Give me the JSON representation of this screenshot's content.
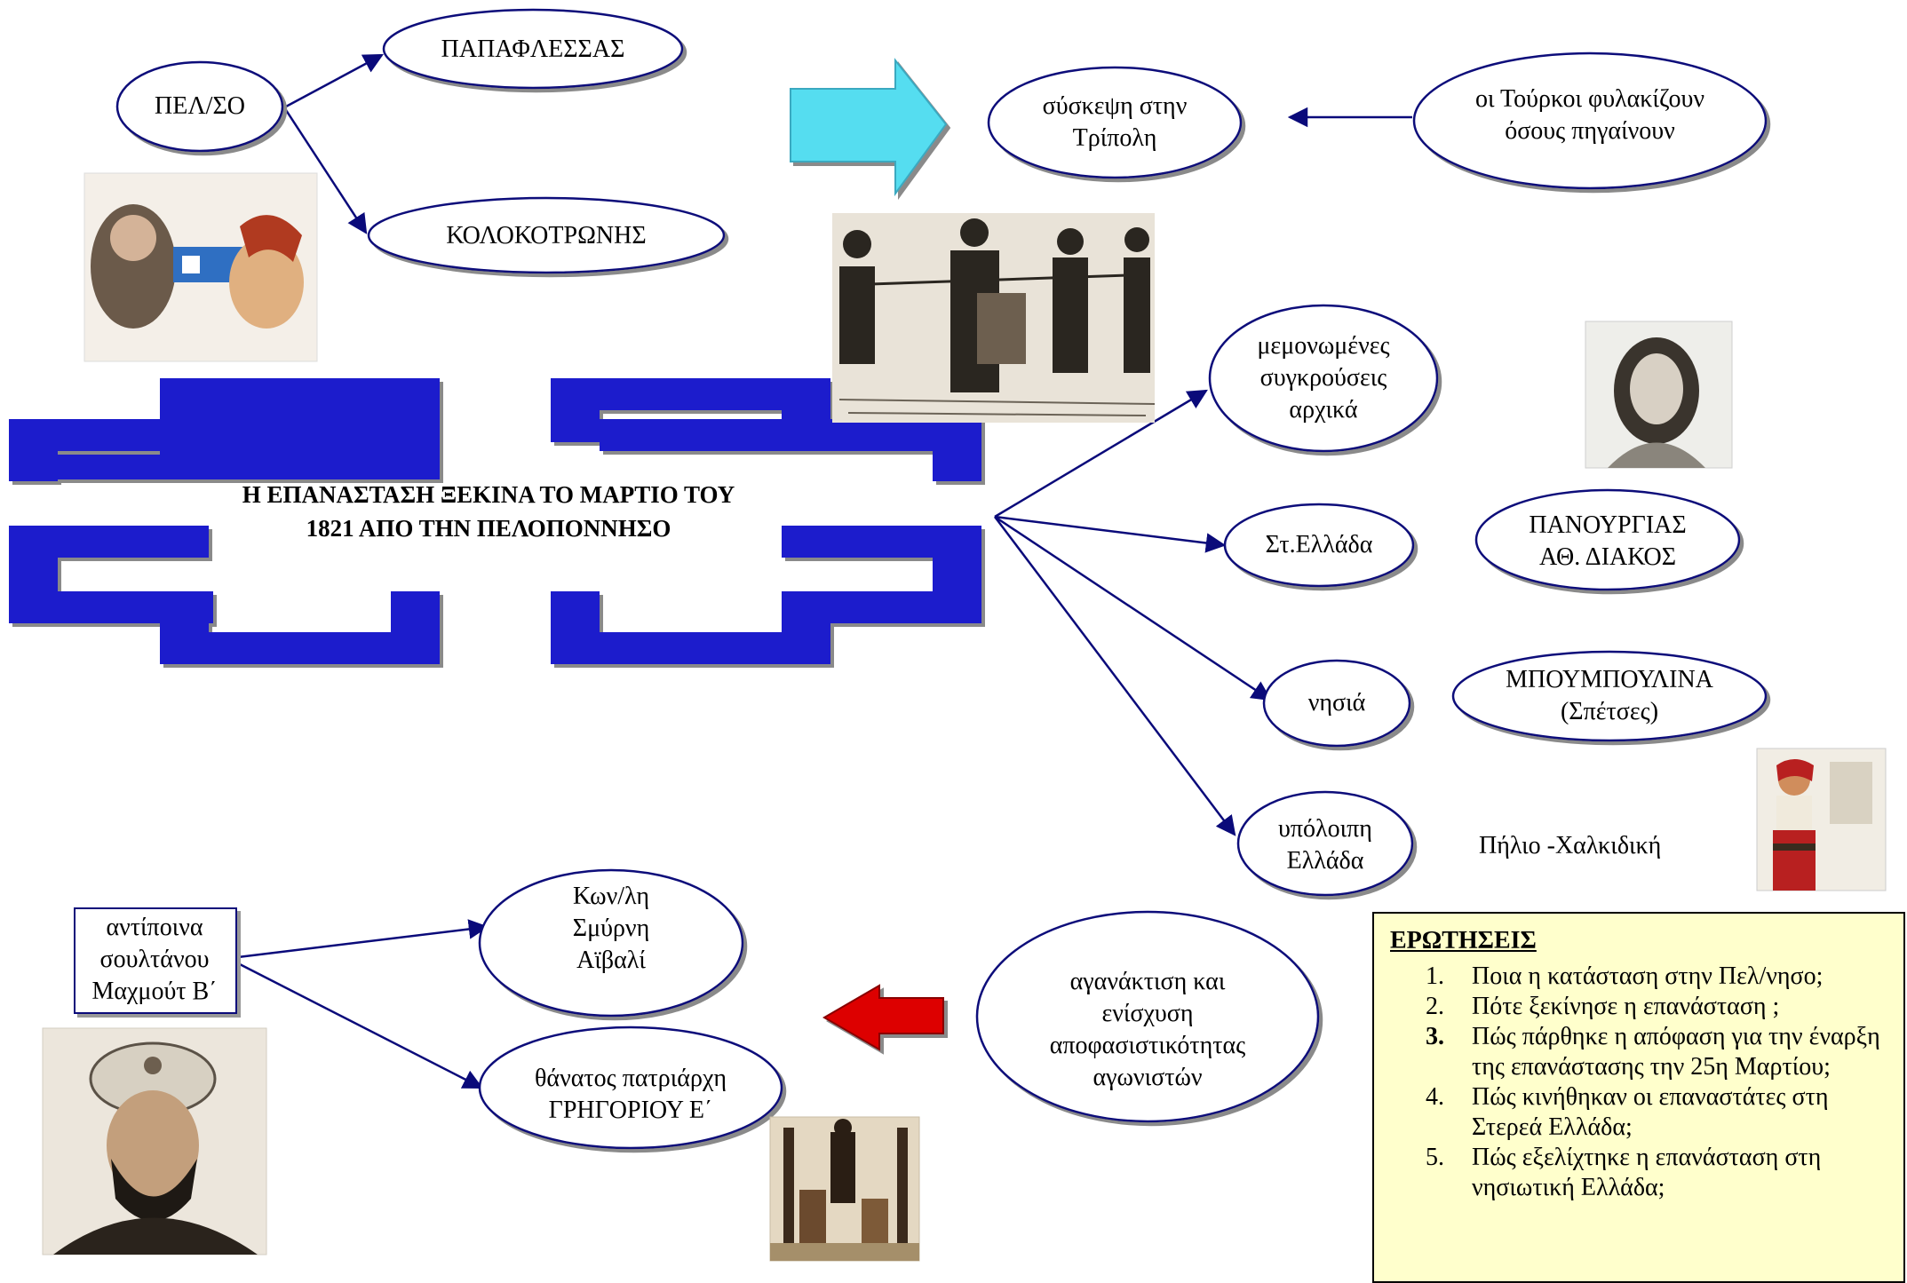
{
  "center": {
    "title": "Η ΕΠΑΝΑΣΤΑΣΗ ΞΕΚΙΝΑ ΤΟ ΜΑΡΤΙΟ ΤΟΥ\n1821 ΑΠΟ ΤΗΝ ΠΕΛΟΠΟΝΝΗΣΟ"
  },
  "nodes": {
    "peloso": "ΠΕΛ/ΣΟ",
    "papaflessas": "ΠΑΠΑΦΛΕΣΣΑΣ",
    "kolokotronis": "ΚΟΛΟΚΟΤΡΩΝΗΣ",
    "syskepsi": "σύσκεψη στην\nΤρίπολη",
    "tourkoi": "οι Τούρκοι φυλακίζουν\nόσους πηγαίνουν",
    "memonomenes": "μεμονωμένες\nσυγκρούσεις\nαρχικά",
    "stellada": "Στ.Ελλάδα",
    "panourgias": "ΠΑΝΟΥΡΓΙΑΣ\nΑΘ. ΔΙΑΚΟΣ",
    "nisia": "νησιά",
    "bouboulina": "ΜΠΟΥΜΠΟΥΛΙΝΑ\n(Σπέτσες)",
    "ypoloipi": "υπόλοιπη\nΕλλάδα",
    "pilio": "Πήλιο -Χαλκιδική",
    "antipoina": "αντίποινα\nσουλτάνου\nΜαχμούτ Β΄",
    "konli": "Κων/λη\nΣμύρνη\nΑϊβαλί",
    "thanatos": "θάνατος πατριάρχη\nΓΡΗΓΟΡΙΟΥ Ε΄",
    "aganaktisi": "αγανάκτιση και\nενίσχυση\nαποφασιστικότητας\nαγωνιστών"
  },
  "questions": {
    "title": "ΕΡΩΤΗΣΕΙΣ",
    "items": [
      {
        "num": "1.",
        "text": "Ποια η κατάσταση στην Πελ/νησο;"
      },
      {
        "num": "2.",
        "text": "Πότε ξεκίνησε η επανάσταση ;"
      },
      {
        "num": "3.",
        "text": "Πώς πάρθηκε η απόφαση για την έναρξη της επανάστασης την 25η Μαρτίου;"
      },
      {
        "num": "4.",
        "text": "Πώς κινήθηκαν οι επαναστάτες στη Στερεά Ελλάδα;"
      },
      {
        "num": "5.",
        "text": "Πώς εξελίχτηκε η επανάσταση στη νησιωτική Ελλάδα;"
      }
    ]
  },
  "colors": {
    "meander": "#1a1acc",
    "ellipse_border": "#0a0a7a",
    "cyan_arrow": "#55ddf0",
    "red_arrow": "#dd0000",
    "question_bg": "#ffffcc"
  },
  "icons": {
    "images": [
      "clergy-and-warrior-image",
      "priest-blessing-flag-image",
      "diakos-portrait-image",
      "bouboulina-portrait-image",
      "sultan-portrait-image",
      "patriarch-hanging-image"
    ]
  }
}
